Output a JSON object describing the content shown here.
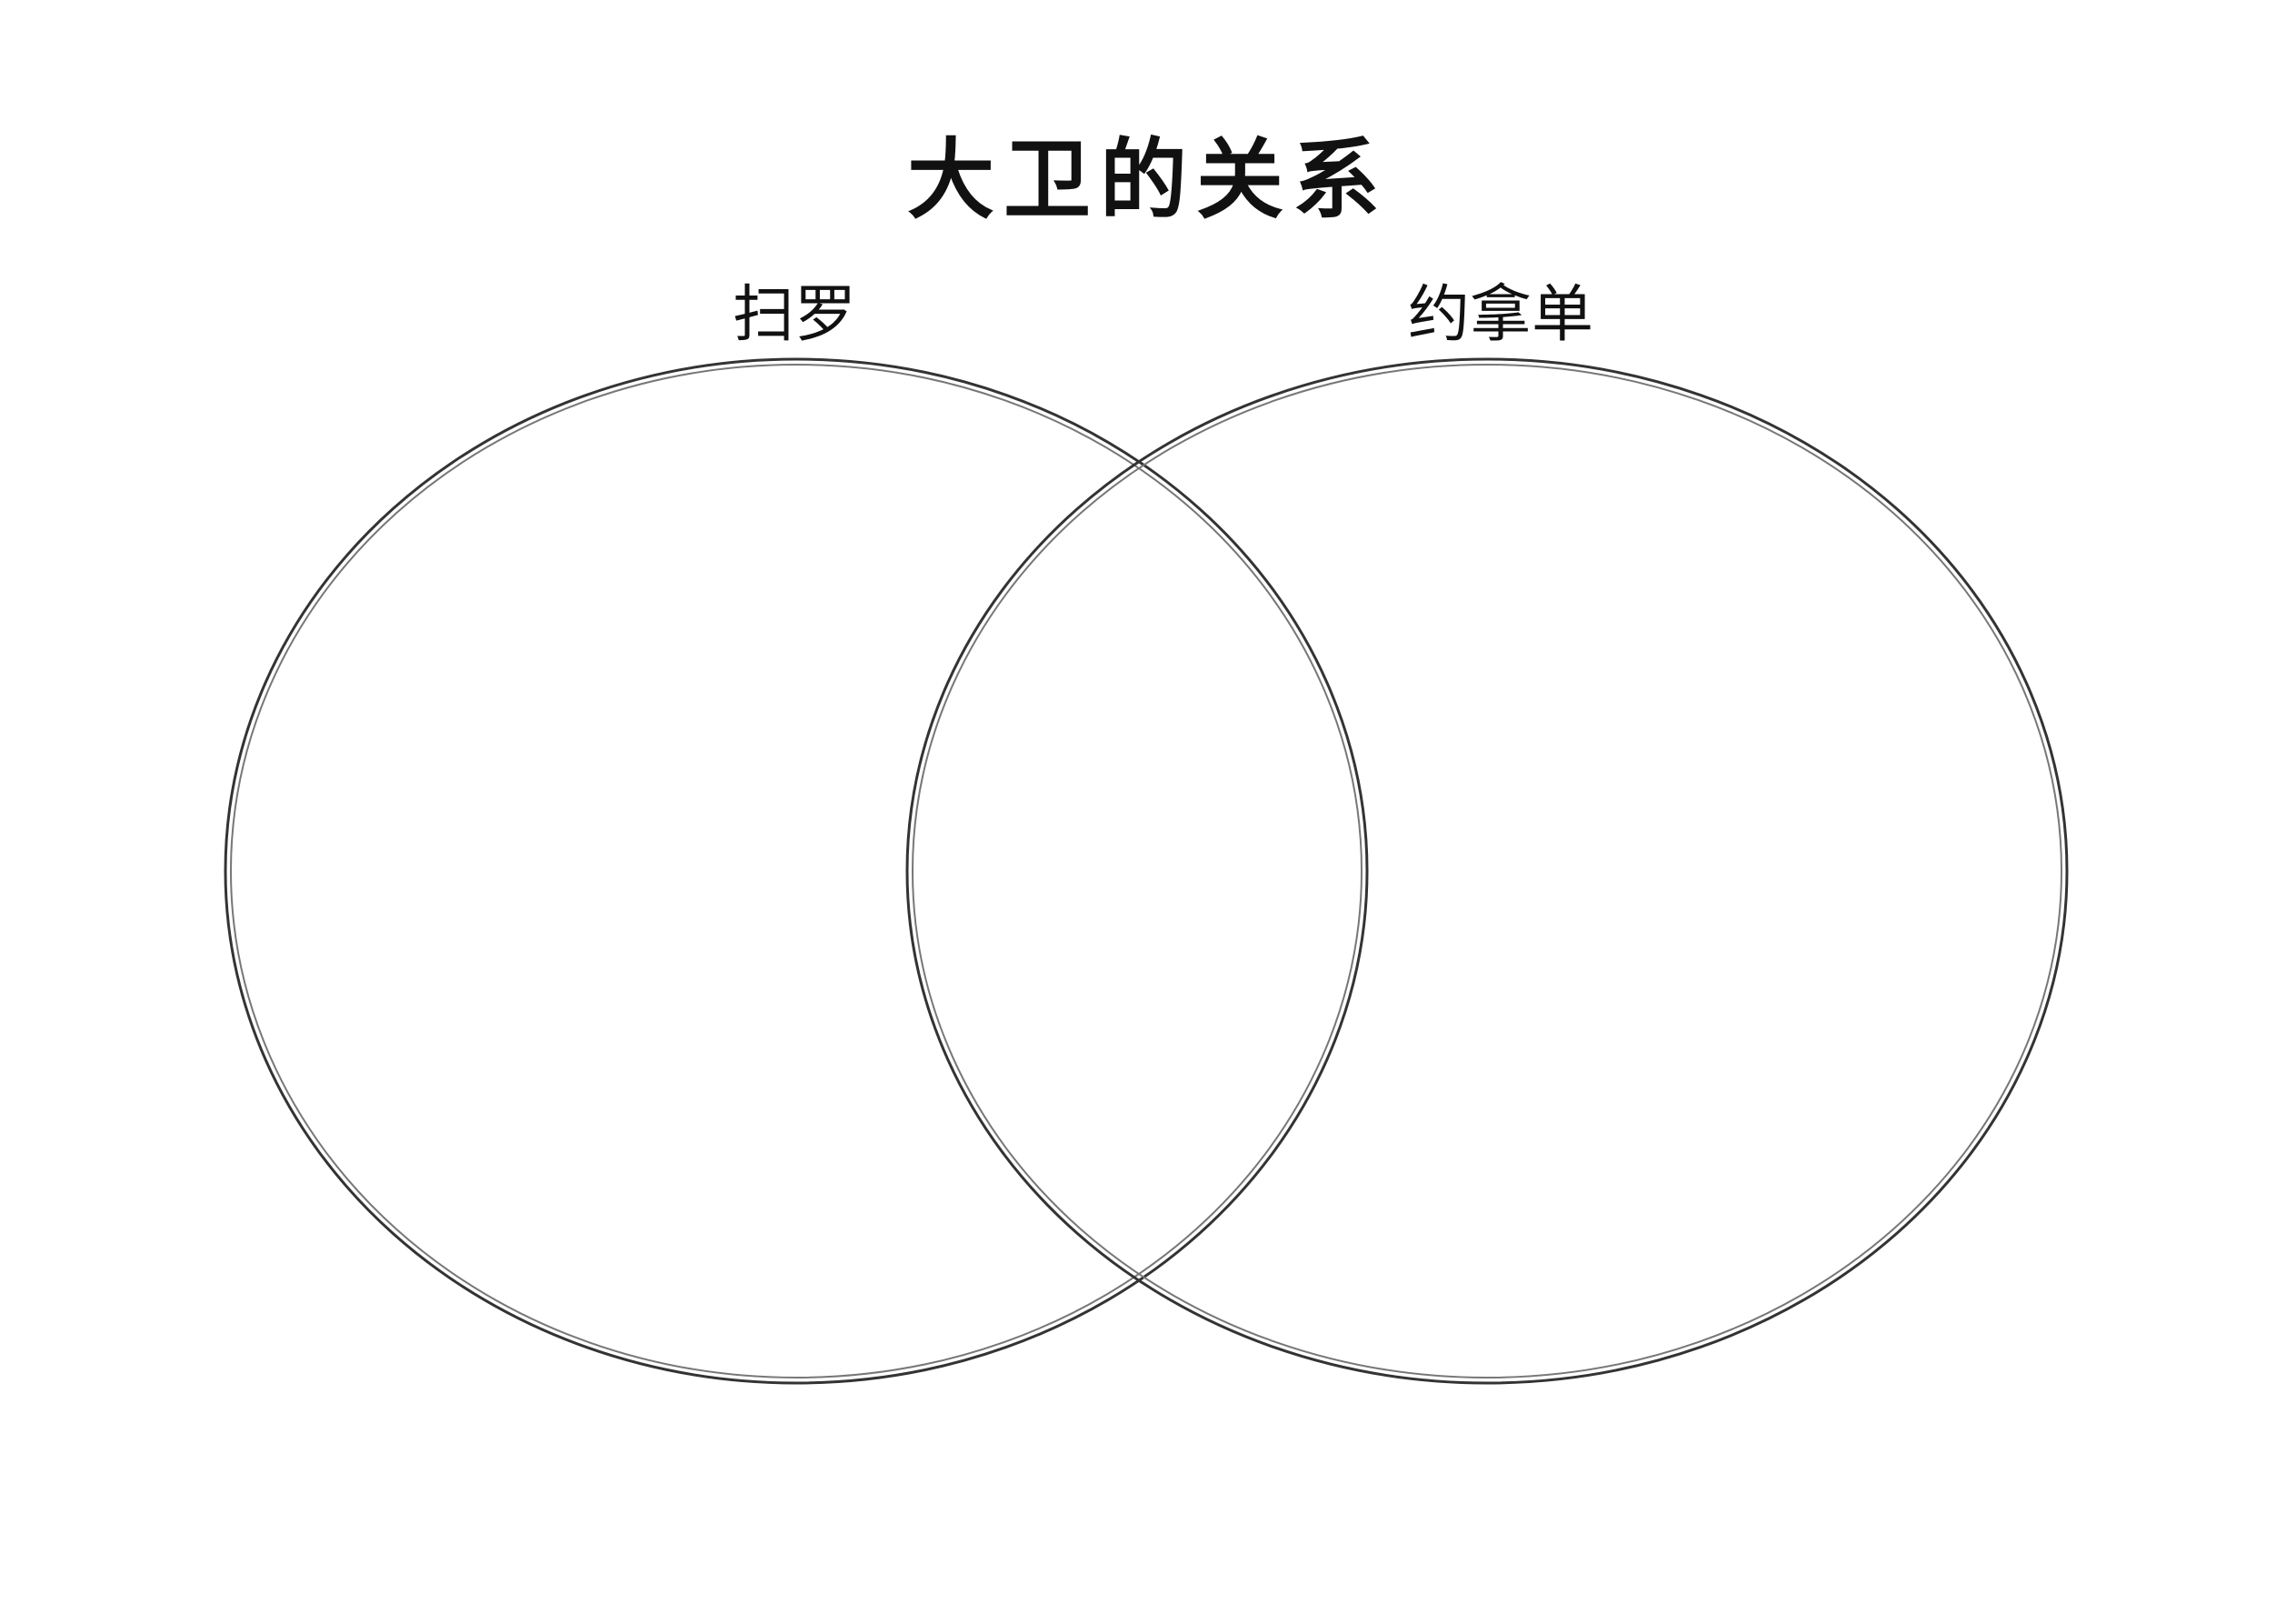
{
  "title": "大卫的关系",
  "sets": [
    {
      "label": "扫罗"
    },
    {
      "label": "约拿单"
    }
  ],
  "colors": {
    "stroke": "#333333",
    "background": "#ffffff"
  }
}
